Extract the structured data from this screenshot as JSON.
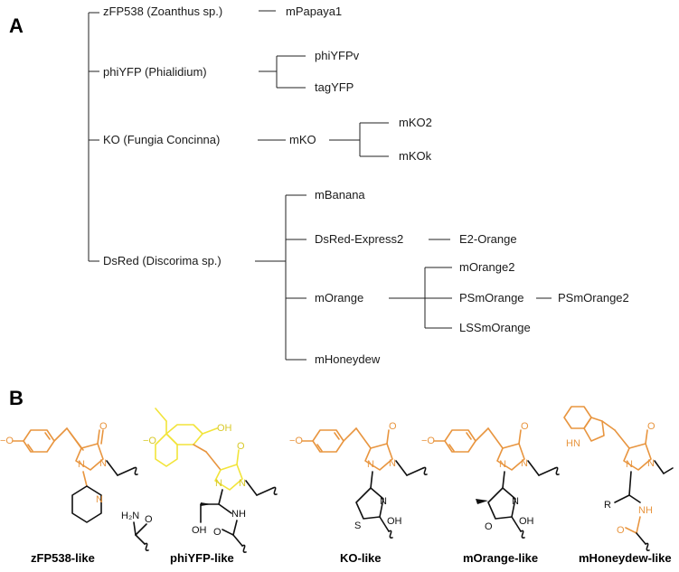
{
  "panels": {
    "a": "A",
    "b": "B"
  },
  "tree": {
    "zfp538": "zFP538 (Zoanthus sp.)",
    "mpapaya1": "mPapaya1",
    "phiyfp": "phiYFP (Phialidium)",
    "phiyfpv": "phiYFPv",
    "tagyfp": "tagYFP",
    "ko": "KO (Fungia Concinna)",
    "mko": "mKO",
    "mko2": "mKO2",
    "mkok": "mKOk",
    "dsred": "DsRed (Discorima sp.)",
    "mbanana": "mBanana",
    "dsredexpress2": "DsRed-Express2",
    "e2orange": "E2-Orange",
    "morange": "mOrange",
    "morange2": "mOrange2",
    "psmorange": "PSmOrange",
    "psmorange2": "PSmOrange2",
    "lssmorange": "LSSmOrange",
    "mhoneydew": "mHoneydew"
  },
  "captions": {
    "zfp538_like": "zFP538-like",
    "phiyfp_like": "phiYFP-like",
    "ko_like": "KO-like",
    "morange_like": "mOrange-like",
    "mhoneydew_like": "mHoneydew-like"
  },
  "atoms": {
    "o_minus": "−O",
    "o": "O",
    "n": "N",
    "oh": "OH",
    "nh": "NH",
    "hn": "HN",
    "h2n": "H₂N",
    "s": "S",
    "r": "R"
  },
  "colors": {
    "chromophore_orange": "#e8953f",
    "phiyfp_yellow": "#f2e43a",
    "bond_black": "#111111"
  }
}
